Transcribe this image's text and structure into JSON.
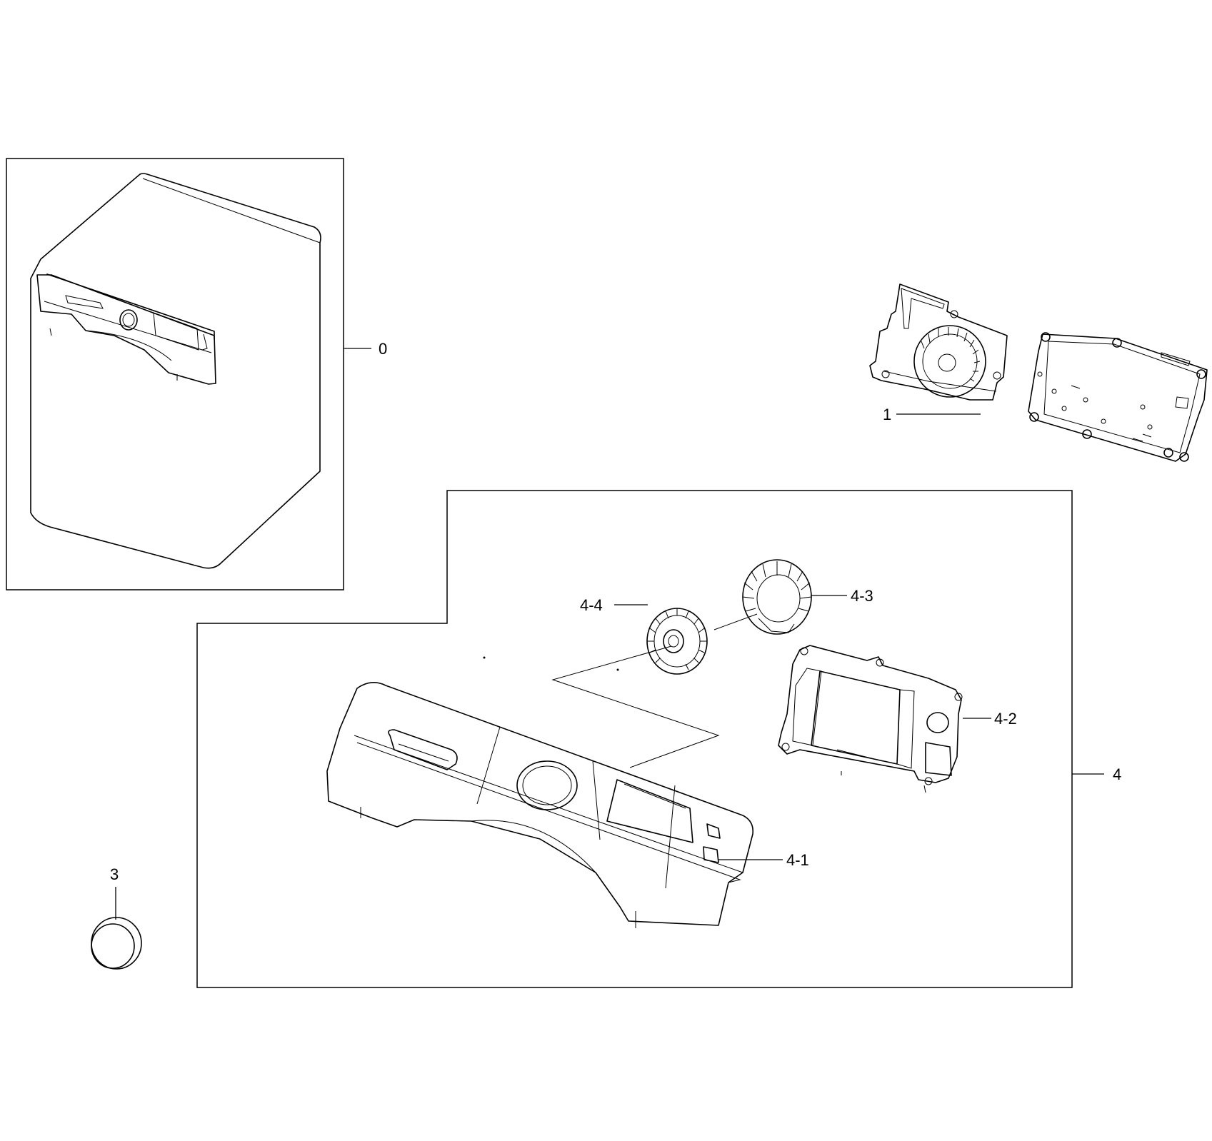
{
  "callouts": {
    "c0": "0",
    "c1": "1",
    "c3": "3",
    "c4": "4",
    "c41": "4-1",
    "c42": "4-2",
    "c43": "4-3",
    "c44": "4-4"
  },
  "colors": {
    "line": "#000000",
    "background": "#ffffff"
  }
}
